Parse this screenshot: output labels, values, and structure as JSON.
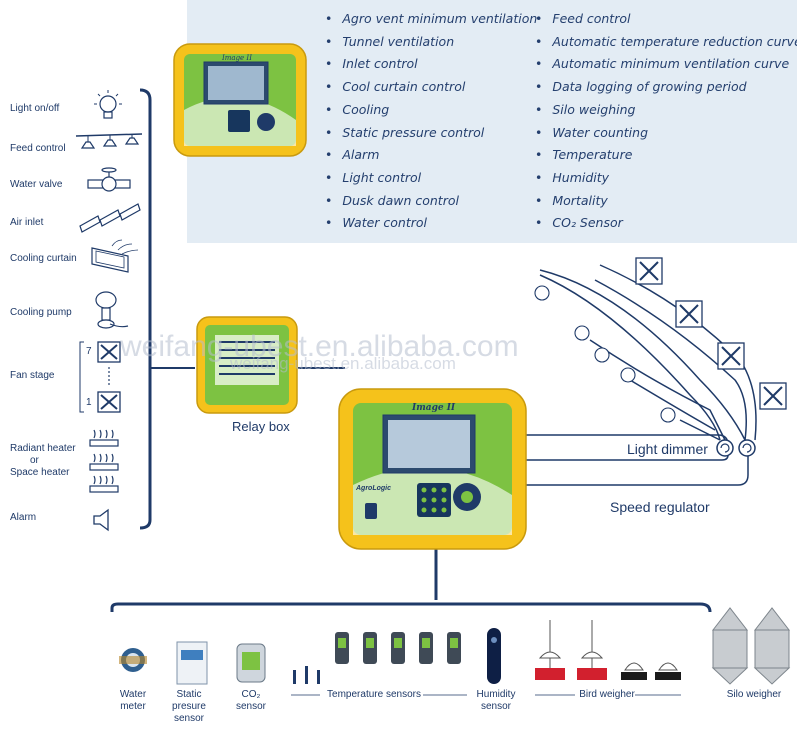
{
  "features": {
    "left": [
      "Agro vent minimum ventilation",
      "Tunnel ventilation",
      "Inlet control",
      "Cool curtain control",
      "Cooling",
      "Static pressure control",
      "Alarm",
      "Light control",
      "Dusk dawn control",
      "Water control"
    ],
    "right": [
      "Feed control",
      "Automatic temperature reduction curve",
      "Automatic minimum ventilation curve",
      "Data logging of growing period",
      "Silo weighing",
      "Water counting",
      "Temperature",
      "Humidity",
      "Mortality",
      "CO₂ Sensor"
    ]
  },
  "outputs": {
    "light": "Light on/off",
    "feed": "Feed control",
    "water_valve": "Water valve",
    "air_inlet": "Air inlet",
    "cooling_curtain": "Cooling curtain",
    "cooling_pump": "Cooling pump",
    "fan_stage": "Fan stage",
    "fan_top": "7",
    "fan_bottom": "1",
    "radiant_heater": "Radiant heater",
    "or": "or",
    "space_heater": "Space heater",
    "alarm": "Alarm"
  },
  "devices": {
    "relay_box": "Relay box",
    "controller_brand": "AgroLogic",
    "controller_model": "Image II",
    "light_dimmer": "Light dimmer",
    "speed_regulator": "Speed regulator"
  },
  "sensors": {
    "water_meter": [
      "Water",
      "meter"
    ],
    "static_pressure": [
      "Static",
      "presure",
      "sensor"
    ],
    "co2": [
      "CO₂",
      "sensor"
    ],
    "temperature": "Temperature sensors",
    "humidity": [
      "Humidity",
      "sensor"
    ],
    "bird_weigher": "Bird weigher",
    "silo_weigher": "Silo weigher"
  },
  "watermark": [
    "weifang-ubest.en.alibaba.com",
    "weifang-ubest.en.alibaba.com"
  ],
  "colors": {
    "text": "#1f3a68",
    "panel": "#e3ecf4",
    "controller_yellow": "#f5c21b",
    "controller_green": "#7dc242",
    "line": "#1f3a68"
  }
}
